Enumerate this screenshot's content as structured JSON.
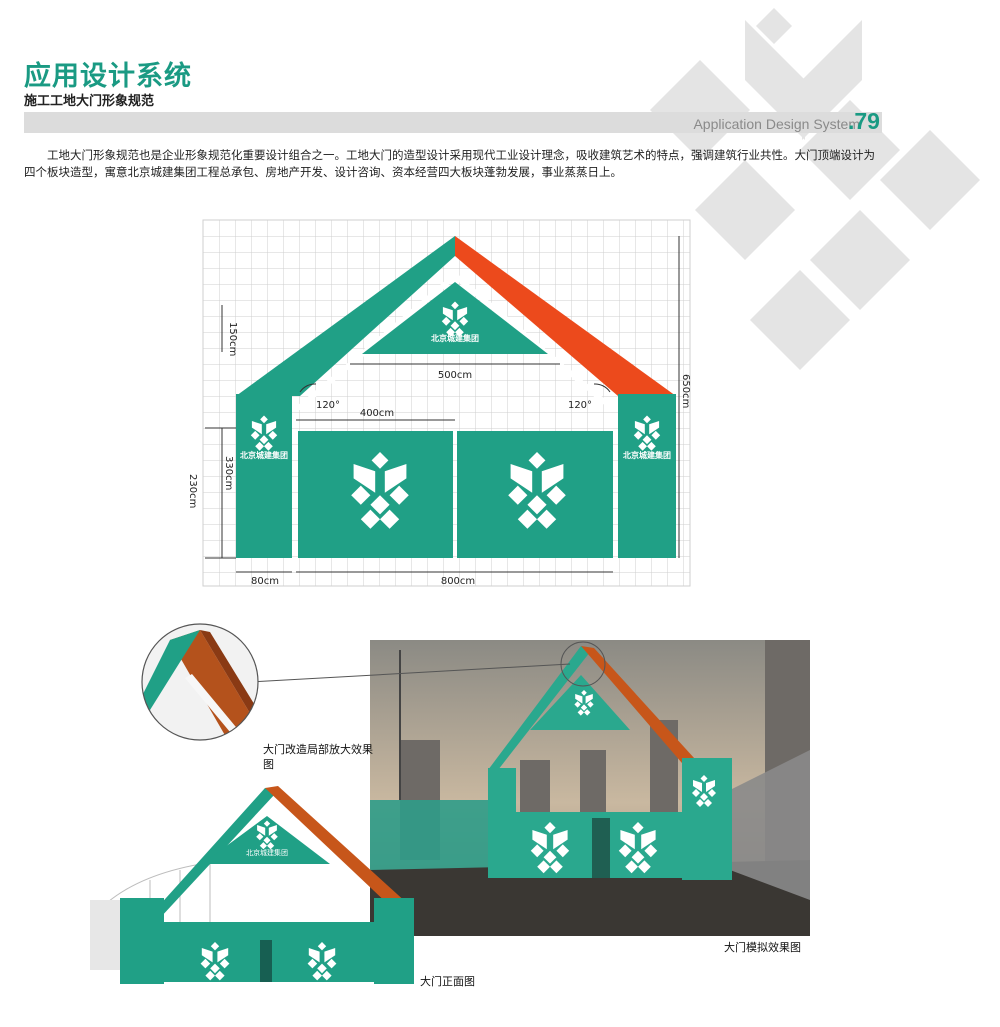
{
  "header": {
    "title": "应用设计系统",
    "subtitle": "施工工地大门形象规范",
    "band_label": "Application Design System",
    "page_number": ".79"
  },
  "intro": "工地大门形象规范也是企业形象规范化重要设计组合之一。工地大门的造型设计采用现代工业设计理念，吸收建筑艺术的特点，强调建筑行业共性。大门顶端设计为四个板块造型，寓意北京城建集团工程总承包、房地产开发、设计咨询、资本经营四大板块蓬勃发展，事业蒸蒸日上。",
  "diagram": {
    "brand_text": "北京城建集团",
    "dimensions": {
      "roof_height": "150cm",
      "roof_span": "500cm",
      "angle_left": "120°",
      "angle_right": "120°",
      "total_height": "650cm",
      "door_width": "400cm",
      "column_height": "330cm",
      "door_height": "230cm",
      "column_width": "80cm",
      "total_width": "800cm"
    }
  },
  "captions": {
    "detail": "大门改造局部放大效果图",
    "simulation": "大门模拟效果图",
    "front": "大门正面图"
  },
  "colors": {
    "brand_green": "#1a9a83",
    "panel_green": "#20a086",
    "roof_orange": "#ec4a1c",
    "rust": "#c45a1e",
    "grid": "#cfcfcf"
  }
}
